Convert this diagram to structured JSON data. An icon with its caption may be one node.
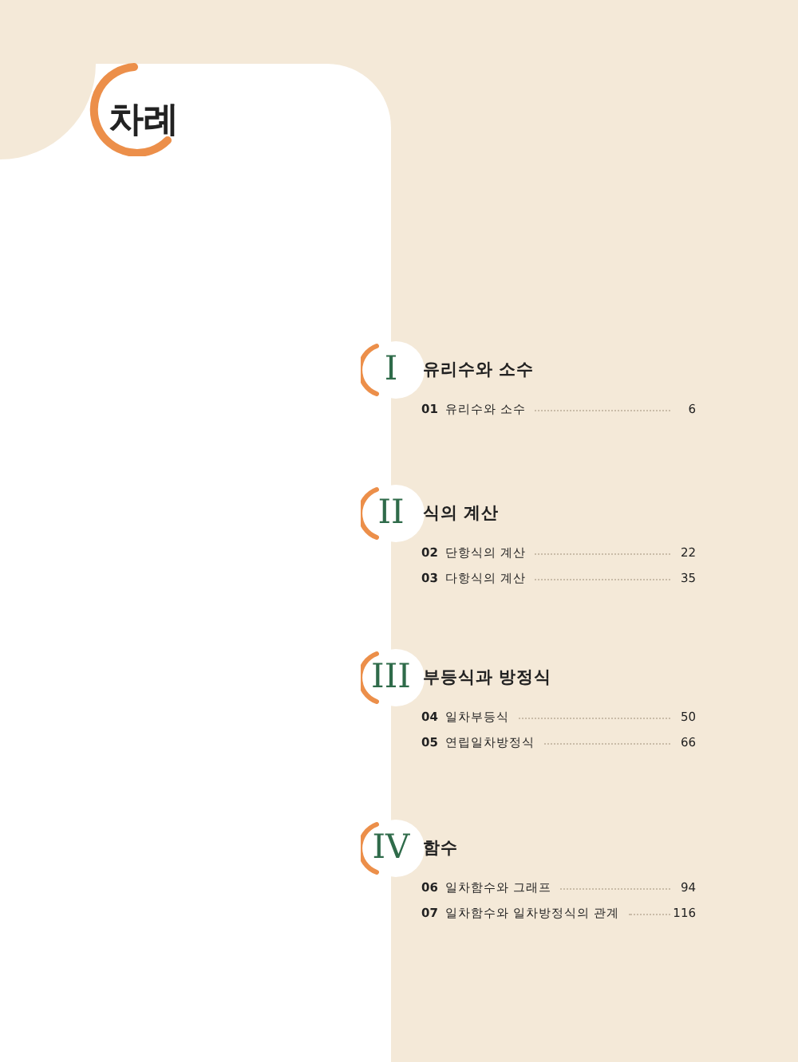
{
  "diagram": {
    "title": "차례",
    "labels": [
      "I",
      "유리수와 소수",
      "01",
      "유리수와 소수",
      "6",
      "II",
      "식의 계산",
      "02",
      "단항식의 계산",
      "22",
      "03",
      "다항식의 계산",
      "35",
      "III",
      "부등식과 방정식",
      "04",
      "일차부등식",
      "50",
      "05",
      "연립일차방정식",
      "66",
      "IV",
      "함수",
      "06",
      "일차함수와 그래프",
      "94",
      "07",
      "일차함수와 일차방정식의 관계",
      "116"
    ]
  }
}
